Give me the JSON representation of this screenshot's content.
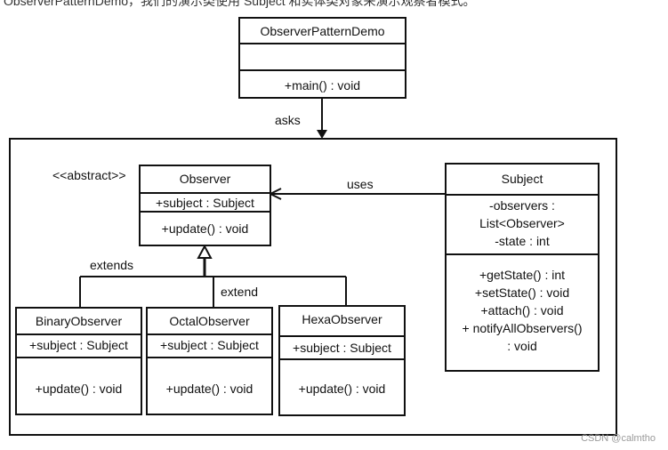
{
  "caption": "ObserverPatternDemo，我们的演示类使用 Subject 和实体类对象来演示观察者模式。",
  "demo_class": {
    "name": "ObserverPatternDemo",
    "method": "+main()  : void"
  },
  "labels": {
    "asks": "asks",
    "uses": "uses",
    "extends": "extends",
    "extend": "extend",
    "stereotype": "<<abstract>>"
  },
  "observer": {
    "name": "Observer",
    "attribute": "+subject  : Subject",
    "method": "+update()  : void"
  },
  "subject": {
    "name": "Subject",
    "attributes": [
      "-observers  :",
      "List<Observer>",
      "-state : int"
    ],
    "methods": [
      "+getState() : int",
      "+setState() : void",
      "+attach() : void",
      "+ notifyAllObservers()",
      ": void"
    ]
  },
  "binary_observer": {
    "name": "BinaryObserver",
    "attribute": "+subject  : Subject",
    "method": "+update()  : void"
  },
  "octal_observer": {
    "name": "OctalObserver",
    "attribute": "+subject  : Subject",
    "method": "+update()  : void"
  },
  "hexa_observer": {
    "name": "HexaObserver",
    "attribute": "+subject  : Subject",
    "method": "+update()  : void"
  },
  "watermark": "CSDN @calmtho"
}
